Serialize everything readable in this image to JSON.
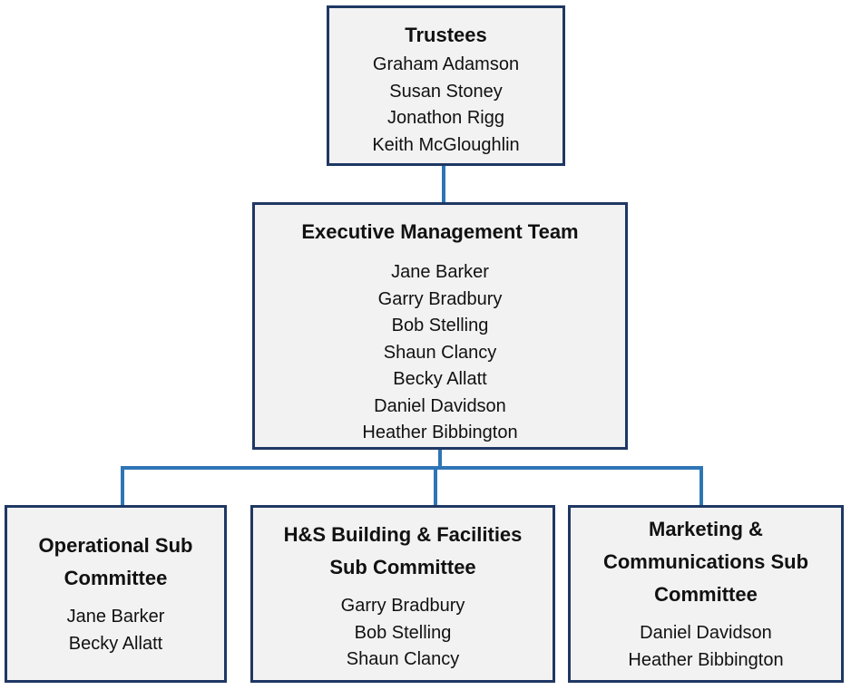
{
  "trustees": {
    "title": "Trustees",
    "members": [
      "Graham Adamson",
      "Susan Stoney",
      "Jonathon Rigg",
      "Keith McGloughlin"
    ]
  },
  "executive": {
    "title": "Executive Management Team",
    "members": [
      "Jane Barker",
      "Garry Bradbury",
      "Bob Stelling",
      "Shaun Clancy",
      "Becky Allatt",
      "Daniel Davidson",
      "Heather Bibbington"
    ]
  },
  "operational": {
    "title": "Operational  Sub\nCommittee",
    "members": [
      "Jane Barker",
      "Becky Allatt"
    ]
  },
  "hs": {
    "title": "H&S Building  & Facilities\nSub Committee",
    "members": [
      "Garry Bradbury",
      "Bob Stelling",
      "Shaun Clancy"
    ]
  },
  "marketing": {
    "title": "Marketing  &\nCommunications  Sub\nCommittee",
    "members": [
      "Daniel Davidson",
      "Heather Bibbington"
    ]
  },
  "colors": {
    "box_border": "#1f3864",
    "box_fill": "#f2f2f2",
    "connector": "#2e75b6"
  }
}
